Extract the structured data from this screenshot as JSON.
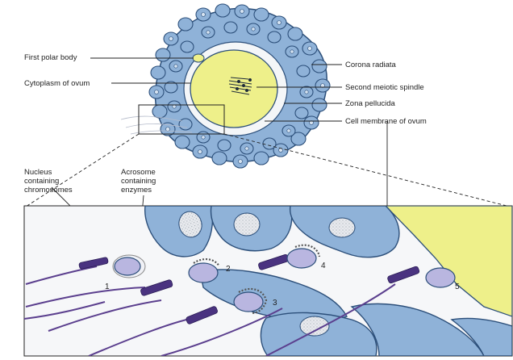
{
  "labels": {
    "first_polar_body": "First polar body",
    "cytoplasm_of_ovum": "Cytoplasm of ovum",
    "corona_radiata": "Corona radiata",
    "second_meiotic_spindle": "Second meiotic spindle",
    "zona_pellucida": "Zona pellucida",
    "cell_membrane_of_ovum": "Cell membrane of ovum",
    "nucleus_line1": "Nucleus",
    "nucleus_line2": "containing",
    "nucleus_line3": "chromosomes",
    "acrosome_line1": "Acrosome",
    "acrosome_line2": "containing",
    "acrosome_line3": "enzymes"
  },
  "sperm_numbers": [
    "1",
    "2",
    "3",
    "4",
    "5"
  ],
  "colors": {
    "corona_blue": "#8fb2d8",
    "cell_outline": "#2c4f7a",
    "ovum_yellow": "#eef08a",
    "zona_white": "#f4f6f8",
    "tail_purple": "#5b3f8e",
    "head_lavender": "#b9b6e0",
    "background": "#ffffff"
  }
}
